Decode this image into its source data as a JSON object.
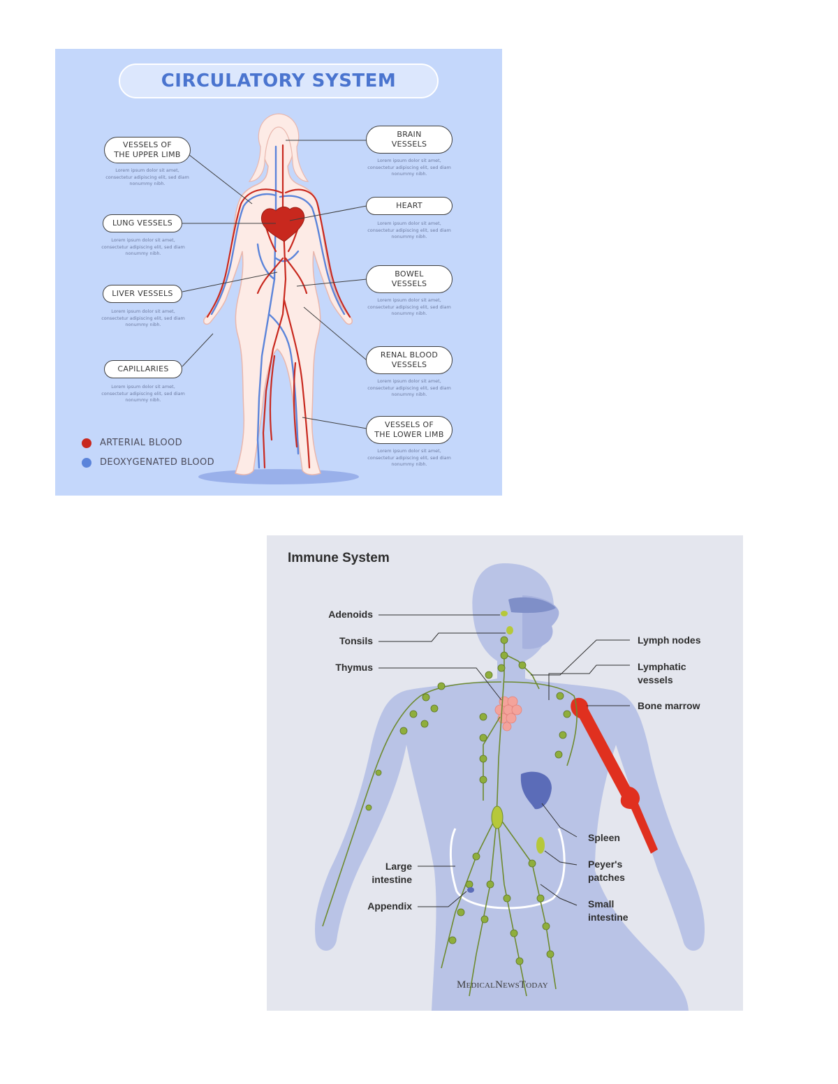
{
  "circulatory": {
    "title": "CIRCULATORY SYSTEM",
    "labels": {
      "upper_limb": "VESSELS OF\nTHE UPPER LIMB",
      "lung": "LUNG VESSELS",
      "liver": "LIVER VESSELS",
      "capillaries": "CAPILLARIES",
      "brain": "BRAIN\nVESSELS",
      "heart": "HEART",
      "bowel": "BOWEL\nVESSELS",
      "renal": "RENAL BLOOD\nVESSELS",
      "lower_limb": "VESSELS OF\nTHE LOWER LIMB"
    },
    "lorem": [
      "Lorem ipsum dolor sit amet, consectetur adipiscing elit, sed diam nonummy nibh.",
      "Lorem ipsum dolor sit amet, consectetur adipiscing elit, sed diam nonummy nibh.",
      "Lorem ipsum dolor sit amet, consectetur adipiscing elit, sed diam nonummy nibh.",
      "Lorem ipsum dolor sit amet, consectetur adipiscing elit, sed diam nonummy nibh.",
      "Lorem ipsum dolor sit amet, consectetur adipiscing elit, sed diam nonummy nibh.",
      "Lorem ipsum dolor sit amet, consectetur adipiscing elit, sed diam nonummy nibh.",
      "Lorem ipsum dolor sit amet, consectetur adipiscing elit, sed diam nonummy nibh.",
      "Lorem ipsum dolor sit amet, consectetur adipiscing elit, sed diam nonummy nibh.",
      "Lorem ipsum dolor sit amet, consectetur adipiscing elit, sed diam nonummy nibh."
    ],
    "legend": {
      "arterial": "ARTERIAL BLOOD",
      "deoxygenated": "DEOXYGENATED BLOOD"
    },
    "colors": {
      "background": "#c4d7fb",
      "arterial": "#c8281e",
      "deoxygenated": "#5b84da",
      "title": "#4a74cf"
    }
  },
  "immune": {
    "title": "Immune System",
    "labels": {
      "adenoids": "Adenoids",
      "tonsils": "Tonsils",
      "thymus": "Thymus",
      "lymph_nodes": "Lymph nodes",
      "lymphatic_vessels": "Lymphatic\nvessels",
      "bone_marrow": "Bone marrow",
      "spleen": "Spleen",
      "peyers_patches": "Peyer's\npatches",
      "small_intestine": "Small\nintestine",
      "large_intestine": "Large\nintestine",
      "appendix": "Appendix"
    },
    "brand": "MedicalNewsToday",
    "colors": {
      "background": "#e4e6ee",
      "body": "#b9c3e6",
      "lymph": "#6d8a2e",
      "bone": "#e0301f",
      "spleen": "#5b6cb8",
      "thymus": "#f4a39b"
    }
  }
}
